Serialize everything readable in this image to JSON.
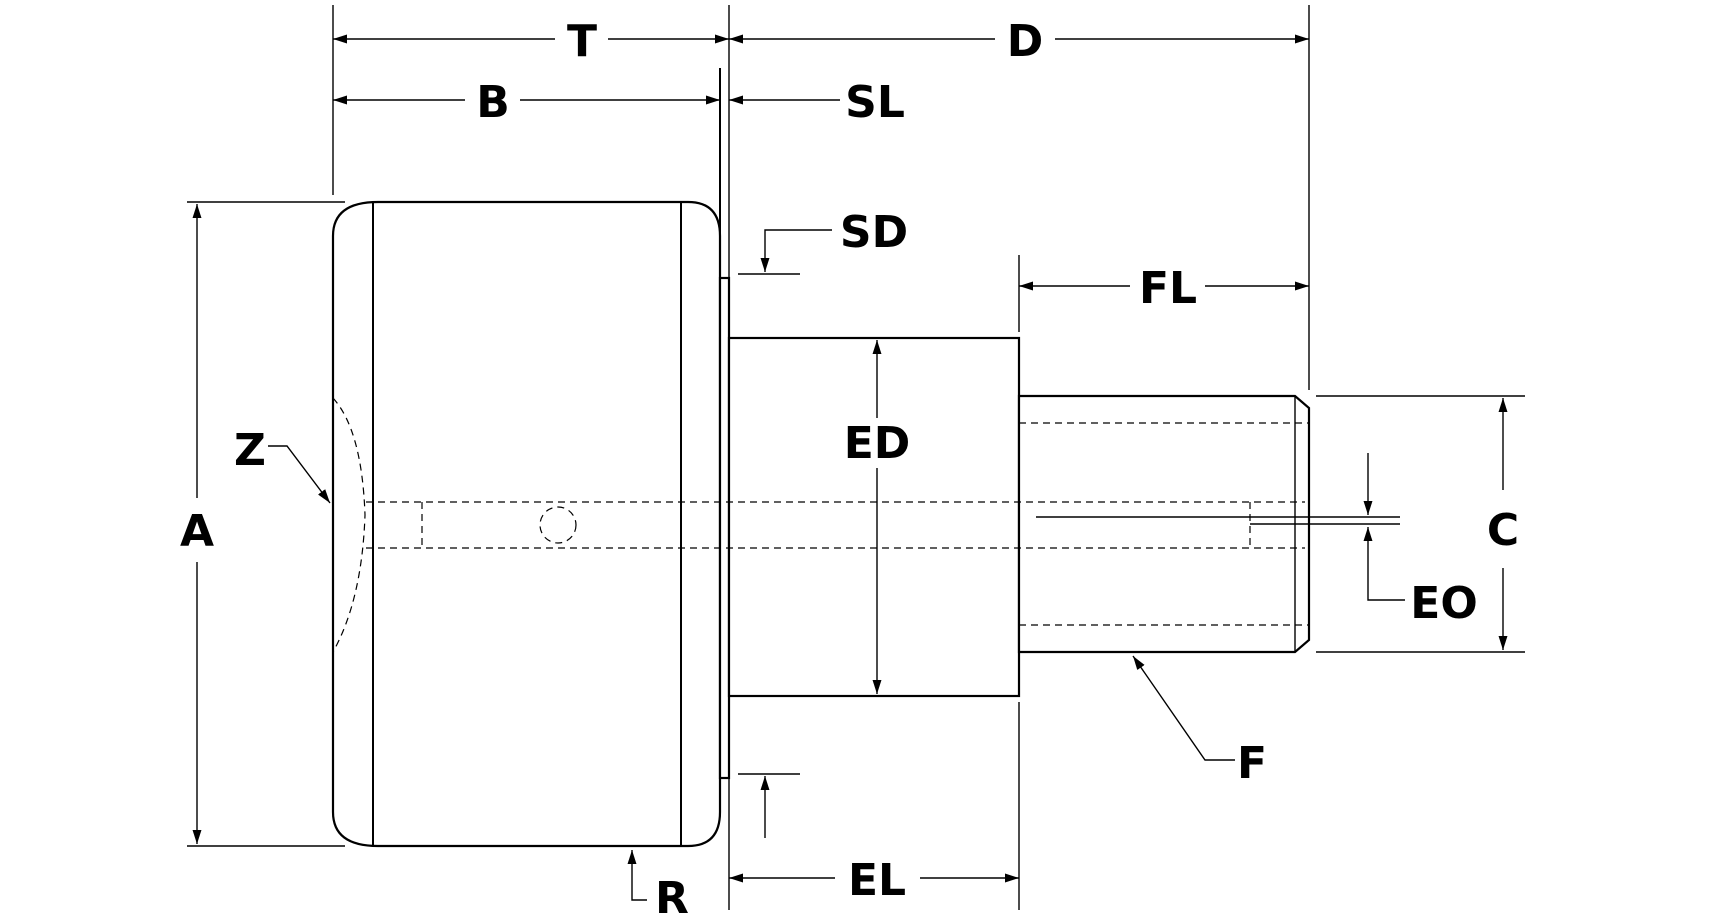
{
  "diagram": {
    "labels": {
      "T": "T",
      "D": "D",
      "B": "B",
      "SL": "SL",
      "SD": "SD",
      "FL": "FL",
      "ED": "ED",
      "Z": "Z",
      "A": "A",
      "C": "C",
      "EO": "EO",
      "F": "F",
      "EL": "EL",
      "R": "R"
    }
  }
}
